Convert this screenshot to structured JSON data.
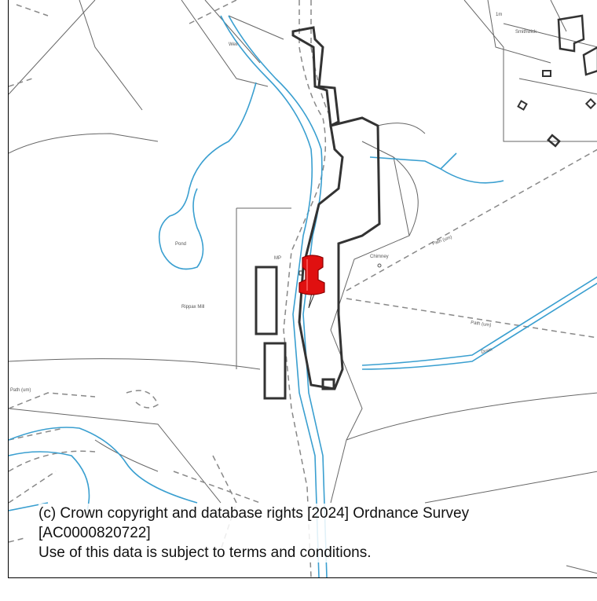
{
  "map": {
    "labels": {
      "weir": "Weir",
      "chimney": "Chimney",
      "mill": "Rippax Mill",
      "path_1": "Path (um)",
      "path_2": "Path (um)",
      "drain": "Drain",
      "path_left": "Path (um)",
      "pond": "Pond",
      "mp": "MP",
      "house": "Smithwick",
      "small_top": "1m"
    },
    "colors": {
      "water": "#3a9fd0",
      "building_outline": "#333333",
      "path_dash": "#888888",
      "boundary": "#555555",
      "pin": "#e01010"
    },
    "icons": [
      "location-pin-icon"
    ]
  },
  "copyright": {
    "line1": "(c) Crown copyright and database rights [2024] Ordnance Survey",
    "line2": "[AC0000820722]",
    "line3": "Use of this data is subject to terms and conditions."
  }
}
